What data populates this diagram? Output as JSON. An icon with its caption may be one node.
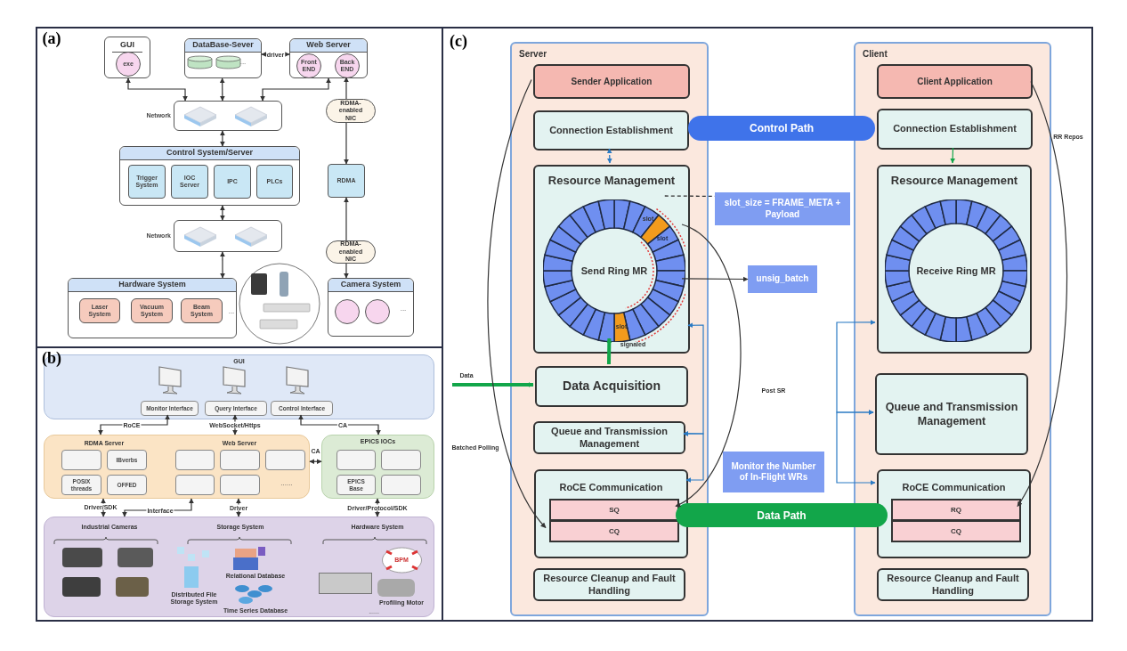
{
  "diagram": {
    "nodes": [
      {
        "text": [
          "GUI"
        ]
      },
      {
        "text": [
          "exe"
        ],
        "in": 0
      },
      {
        "text": [
          "DataBase-Sever"
        ]
      },
      {
        "text": [
          "Web Server"
        ]
      },
      {
        "text": [
          "Front END"
        ],
        "in": 3
      },
      {
        "text": [
          "Back END"
        ],
        "in": 3
      },
      {
        "text": [
          "Network"
        ]
      },
      {
        "text": [
          "RDMA-enabled NIC"
        ]
      },
      {
        "text": [
          "Control System/Server"
        ]
      },
      {
        "text": [
          "Trigger System"
        ],
        "in": 8
      },
      {
        "text": [
          "IOC Server"
        ],
        "in": 8
      },
      {
        "text": [
          "IPC"
        ],
        "in": 8
      },
      {
        "text": [
          "PLCs"
        ],
        "in": 8
      },
      {
        "text": [
          "RDMA"
        ]
      },
      {
        "text": [
          "Network"
        ]
      },
      {
        "text": [
          "RDMA-enabled NIC"
        ]
      },
      {
        "text": [
          "Hardware System"
        ]
      },
      {
        "text": [
          "Laser System"
        ],
        "in": 16
      },
      {
        "text": [
          "Vacuum System"
        ],
        "in": 16
      },
      {
        "text": [
          "Beam System"
        ],
        "in": 16
      },
      {
        "text": [
          "Camera System"
        ]
      },
      {
        "text": [],
        "shape": "circle",
        "in": 20
      },
      {
        "text": [],
        "shape": "circle",
        "in": 20
      },
      {
        "text": [
          "GUI"
        ]
      },
      {
        "text": [
          "Monitor Interface"
        ],
        "in": 23
      },
      {
        "text": [
          "Query Interface"
        ],
        "in": 23
      },
      {
        "text": [
          "Control Interface"
        ],
        "in": 23
      },
      {
        "text": [
          "RDMA Server",
          "Web Server"
        ]
      },
      {
        "text": [],
        "shape": "box",
        "in": 27
      },
      {
        "text": [
          "IBverbs"
        ],
        "in": 27
      },
      {
        "text": [
          "POSIX threads"
        ],
        "in": 27
      },
      {
        "text": [
          "OFFED"
        ],
        "in": 27
      },
      {
        "text": [],
        "shape": "box",
        "in": 27
      },
      {
        "text": [],
        "shape": "box",
        "in": 27
      },
      {
        "text": [],
        "shape": "box",
        "in": 27
      },
      {
        "text": [],
        "shape": "box",
        "in": 27
      },
      {
        "text": [],
        "shape": "box",
        "in": 27
      },
      {
        "text": [
          "EPICS IOCs"
        ]
      },
      {
        "text": [],
        "shape": "box",
        "in": 37
      },
      {
        "text": [],
        "shape": "box",
        "in": 37
      },
      {
        "text": [
          "EPICS Base"
        ],
        "in": 37
      },
      {
        "text": [],
        "shape": "box",
        "in": 37
      },
      {
        "text": [
          "Industrial Cameras",
          "Storage System",
          "Hardware System"
        ]
      },
      {
        "text": [
          "Server"
        ]
      },
      {
        "text": [
          "Sender Application"
        ],
        "in": 43
      },
      {
        "text": [
          "Connection Establishment"
        ],
        "in": 43
      },
      {
        "text": [
          "Resource Management"
        ],
        "in": 43
      },
      {
        "text": [
          "Send Ring MR"
        ],
        "in": 46
      },
      {
        "text": [
          "Data Acquisition"
        ],
        "in": 43
      },
      {
        "text": [
          "Queue and Transmission Management"
        ],
        "in": 43
      },
      {
        "text": [
          "RoCE Communication"
        ],
        "in": 43
      },
      {
        "text": [
          "SQ"
        ],
        "in": 50
      },
      {
        "text": [
          "CQ"
        ],
        "in": 50
      },
      {
        "text": [
          "Resource Cleanup and Fault Handling"
        ],
        "in": 43
      },
      {
        "text": [
          "Client"
        ]
      },
      {
        "text": [
          "Client Application"
        ],
        "in": 54
      },
      {
        "text": [
          "Connection Establishment"
        ],
        "in": 54
      },
      {
        "text": [
          "Resource Management"
        ],
        "in": 54
      },
      {
        "text": [
          "Receive Ring MR"
        ],
        "in": 57
      },
      {
        "text": [
          "Queue and Transmission Management"
        ],
        "in": 54
      },
      {
        "text": [
          "RoCE Communication"
        ],
        "in": 54
      },
      {
        "text": [
          "RQ"
        ],
        "in": 60
      },
      {
        "text": [
          "CQ"
        ],
        "in": 60
      },
      {
        "text": [
          "Resource Cleanup and Fault Handling"
        ],
        "in": 54
      },
      {
        "text": [
          "Control Path"
        ]
      },
      {
        "text": [
          "Data Path"
        ]
      },
      {
        "text": [
          "slot_size = FRAME_META + Payload"
        ]
      },
      {
        "text": [
          "unsig_batch"
        ]
      },
      {
        "text": [
          "Monitor the Number of In-Flight WRs"
        ]
      }
    ],
    "edges": [
      {
        "from": 0,
        "to": 6,
        "arrow": "both"
      },
      {
        "from": 2,
        "to": 6,
        "arrow": "both"
      },
      {
        "from": 3,
        "to": 6,
        "arrow": "both"
      },
      {
        "from": 2,
        "to": 3,
        "arrow": "both",
        "label": "driver"
      },
      {
        "from": 6,
        "to": 8,
        "arrow": "both"
      },
      {
        "from": 8,
        "to": 14,
        "arrow": "both"
      },
      {
        "from": 14,
        "to": 16,
        "arrow": "both"
      },
      {
        "from": 7,
        "to": 5,
        "arrow": "to"
      },
      {
        "from": 7,
        "to": 13,
        "arrow": "to"
      },
      {
        "from": 15,
        "to": 13,
        "arrow": "to"
      },
      {
        "from": 15,
        "to": 20,
        "arrow": "to"
      },
      {
        "from": 24,
        "to": 27,
        "arrow": "both",
        "label": "RoCE"
      },
      {
        "from": 25,
        "to": 27,
        "arrow": "both",
        "label": "WebSocket/Https"
      },
      {
        "from": 26,
        "to": 37,
        "arrow": "both",
        "label": "CA"
      },
      {
        "from": 27,
        "to": 37,
        "arrow": "both",
        "label": "CA"
      },
      {
        "from": 27,
        "to": 42,
        "arrow": "both",
        "label": "Driver/SDK"
      },
      {
        "from": 27,
        "to": 42,
        "arrow": "both",
        "label": "Interface"
      },
      {
        "from": 27,
        "to": 42,
        "arrow": "both",
        "label": "Driver"
      },
      {
        "from": 37,
        "to": 42,
        "arrow": "both",
        "label": "Driver/Protocol/SDK"
      },
      {
        "from": null,
        "to": 48,
        "arrow": "to",
        "label": "Data",
        "style": "thick",
        "color": "#12a64a"
      },
      {
        "from": 48,
        "to": 47,
        "arrow": "to",
        "style": "thick",
        "color": "#12a64a"
      },
      {
        "from": 45,
        "to": 46,
        "arrow": "both",
        "style": "dashed",
        "color": "#2b7bc4"
      },
      {
        "from": 56,
        "to": 57,
        "arrow": "to",
        "color": "#12a64a"
      },
      {
        "from": 44,
        "to": 52,
        "arrow": "to",
        "label": "Batched Polling"
      },
      {
        "from": 47,
        "to": 51,
        "arrow": "to",
        "label": "Post SR"
      },
      {
        "from": 55,
        "to": 61,
        "arrow": "to",
        "label": "RR Repos"
      },
      {
        "from": 47,
        "to": 67,
        "arrow": "to"
      },
      {
        "from": 47,
        "to": 66,
        "arrow": "none",
        "style": "dashed"
      },
      {
        "from": 49,
        "to": 46,
        "arrow": "both",
        "color": "#2b7bc4"
      },
      {
        "from": 49,
        "to": 50,
        "arrow": "both",
        "color": "#2b7bc4"
      },
      {
        "from": 59,
        "to": 57,
        "arrow": "both",
        "color": "#2b7bc4"
      },
      {
        "from": 59,
        "to": 60,
        "arrow": "both",
        "color": "#2b7bc4"
      }
    ],
    "labels": [
      "(a)",
      "...",
      "...",
      "...",
      "(b)",
      "......",
      "Relational Database",
      "Distributed File Storage System",
      "Time Series Database",
      "BPM",
      "Profiling Motor",
      "......",
      "(c)",
      "slot",
      "slot",
      "slot",
      "signaled"
    ]
  }
}
